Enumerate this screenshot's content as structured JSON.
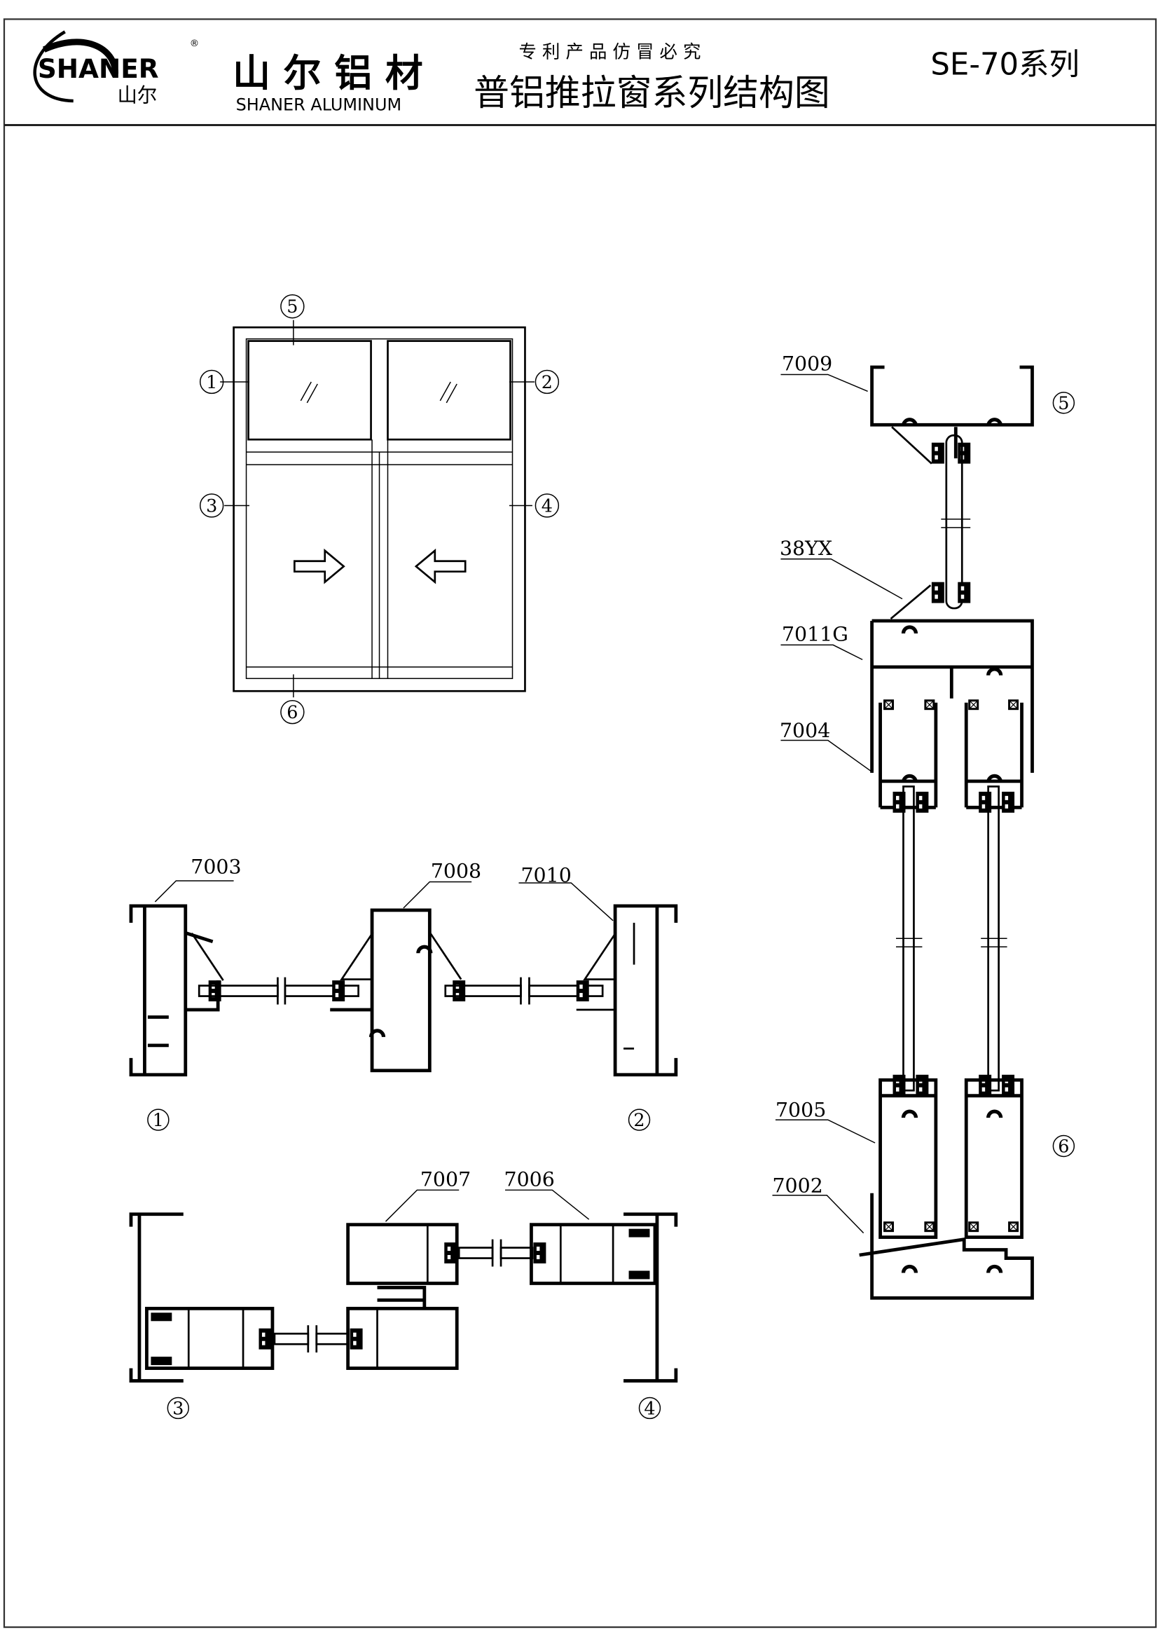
{
  "header": {
    "logo_text": "SHANER",
    "logo_cn": "山尔",
    "logo_mark": "®",
    "company_cn": "山 尔 铝 材",
    "company_en": "SHANER ALUMINUM",
    "patent_notice": "专 利 产 品   仿 冒 必 究",
    "title": "普铝推拉窗系列结构图",
    "series": "SE-70系列"
  },
  "elevation": {
    "callouts": [
      "1",
      "2",
      "3",
      "4",
      "5",
      "6"
    ]
  },
  "section_12": {
    "parts": [
      "7003",
      "7008",
      "7010"
    ],
    "markers": [
      "1",
      "2"
    ]
  },
  "section_34": {
    "parts": [
      "7007",
      "7006"
    ],
    "markers": [
      "3",
      "4"
    ]
  },
  "section_56": {
    "parts": [
      "7009",
      "38YX",
      "7011G",
      "7004",
      "7005",
      "7002"
    ],
    "markers": [
      "5",
      "6"
    ]
  }
}
